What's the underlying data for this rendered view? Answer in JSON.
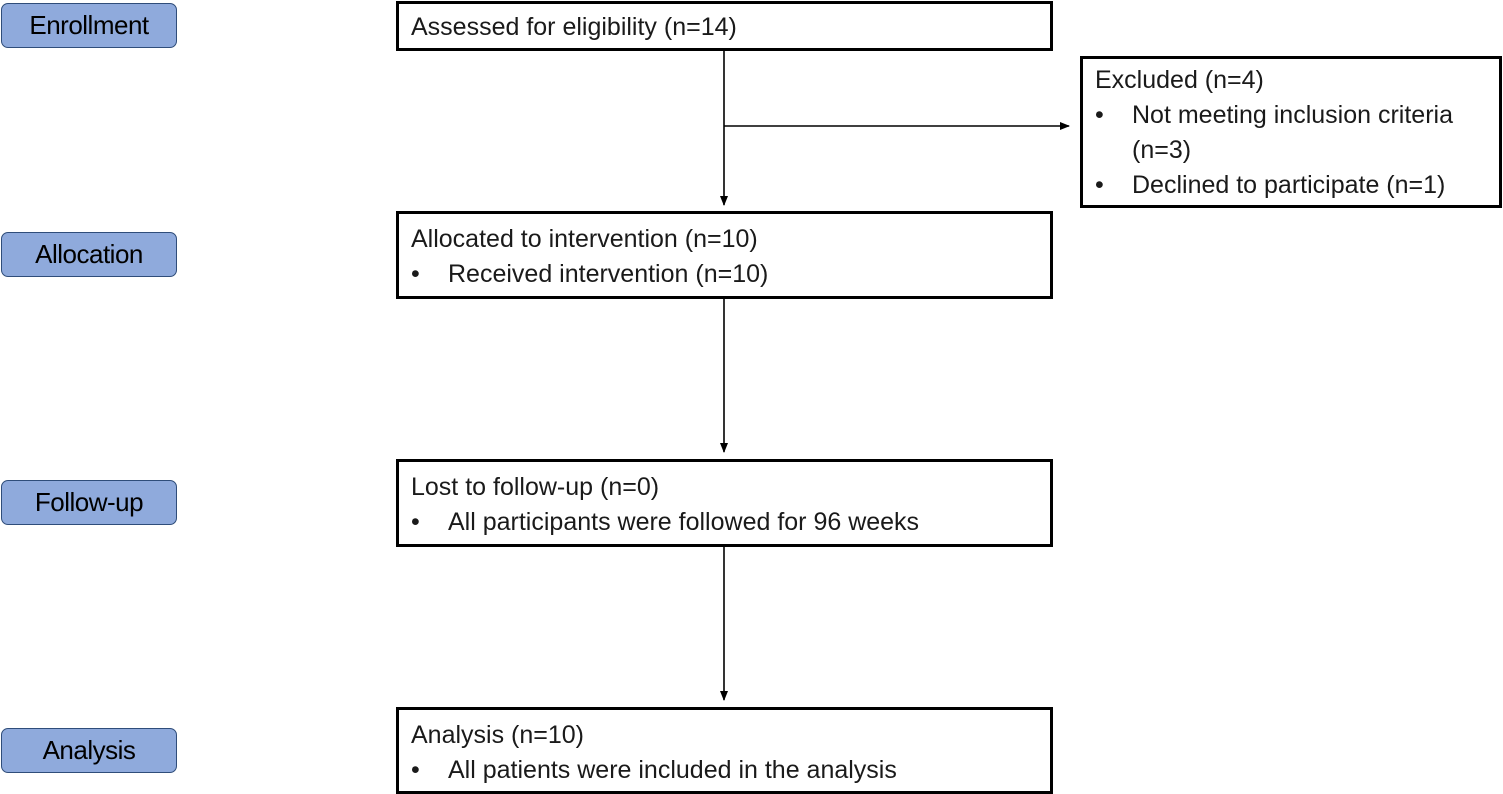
{
  "stages": {
    "enrollment": "Enrollment",
    "allocation": "Allocation",
    "followup": "Follow-up",
    "analysis": "Analysis"
  },
  "boxes": {
    "assessed": {
      "title": "Assessed for eligibility (n=14)"
    },
    "excluded": {
      "title": "Excluded (n=4)",
      "bullets": [
        {
          "line1": "Not meeting inclusion criteria",
          "line2": "(n=3)"
        },
        {
          "line1": "Declined to participate (n=1)"
        }
      ]
    },
    "allocated": {
      "title": "Allocated to intervention (n=10)",
      "bullets": [
        "Received intervention (n=10)"
      ]
    },
    "lost": {
      "title": "Lost to follow-up (n=0)",
      "bullets": [
        "All participants were followed for 96 weeks"
      ]
    },
    "analysis": {
      "title": "Analysis (n=10)",
      "bullets": [
        "All patients were included in the analysis"
      ]
    }
  },
  "bullet_glyph": "•",
  "colors": {
    "stage_fill": "#8faadc",
    "stage_border": "#2f4d7a",
    "box_border": "#000000"
  }
}
